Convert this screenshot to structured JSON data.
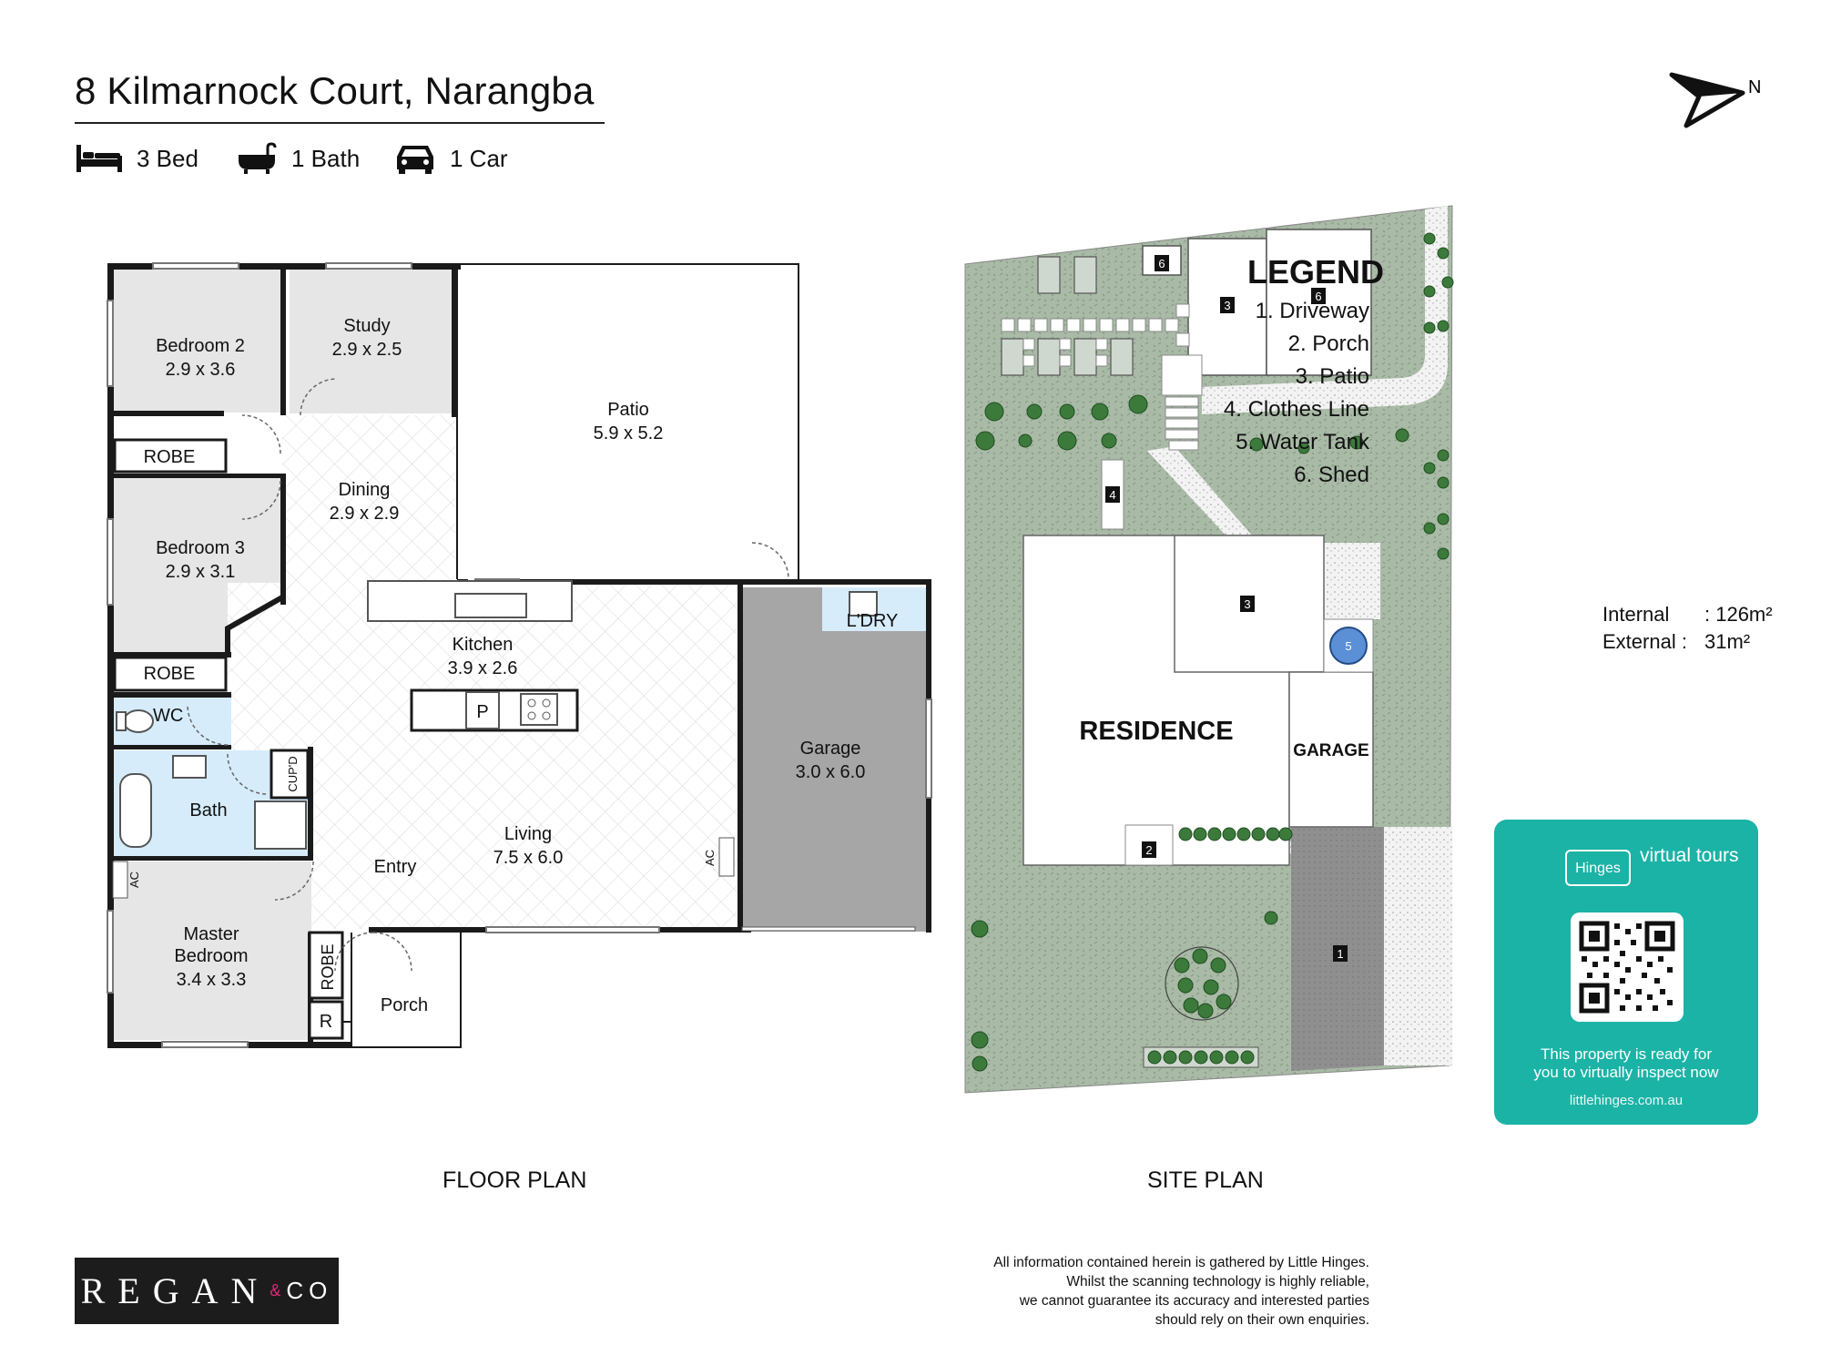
{
  "header": {
    "address": "8 Kilmarnock Court, Narangba",
    "bed": "3 Bed",
    "bath": "1 Bath",
    "car": "1 Car"
  },
  "compass": {
    "label": "N",
    "icon": "north-arrow-icon"
  },
  "floor_plan": {
    "caption": "FLOOR PLAN",
    "rooms": {
      "bedroom2": {
        "name": "Bedroom 2",
        "size": "2.9 x 3.6"
      },
      "study": {
        "name": "Study",
        "size": "2.9 x 2.5"
      },
      "patio": {
        "name": "Patio",
        "size": "5.9 x 5.2"
      },
      "dining": {
        "name": "Dining",
        "size": "2.9 x 2.9"
      },
      "bedroom3": {
        "name": "Bedroom 3",
        "size": "2.9 x 3.1"
      },
      "kitchen": {
        "name": "Kitchen",
        "size": "3.9 x 2.6"
      },
      "laundry": {
        "name": "L'DRY"
      },
      "garage": {
        "name": "Garage",
        "size": "3.0 x 6.0"
      },
      "wc": {
        "name": "WC"
      },
      "bath": {
        "name": "Bath"
      },
      "cupd": {
        "name": "CUP'D"
      },
      "living": {
        "name": "Living",
        "size": "7.5 x 6.0"
      },
      "entry": {
        "name": "Entry"
      },
      "master": {
        "name1": "Master",
        "name2": "Bedroom",
        "size": "3.4 x 3.3"
      },
      "porch": {
        "name": "Porch"
      }
    },
    "labels": {
      "robe": "ROBE",
      "r": "R",
      "ac": "AC",
      "pantry": "P"
    }
  },
  "site_plan": {
    "caption": "SITE PLAN",
    "residence": "RESIDENCE",
    "garage": "GARAGE",
    "markers": [
      "1",
      "2",
      "3",
      "4",
      "5",
      "6"
    ]
  },
  "legend": {
    "title": "LEGEND",
    "items": [
      "1. Driveway",
      "2. Porch",
      "3. Patio",
      "4. Clothes Line",
      "5. Water Tank",
      "6. Shed"
    ]
  },
  "areas": {
    "internal_label": "Internal",
    "internal_value": ": 126m²",
    "external_label": "External :",
    "external_value": "31m²"
  },
  "promo": {
    "brand_small": "Hinges",
    "brand_tag": "virtual tours",
    "line1": "This property is ready for",
    "line2": "you to virtually inspect now",
    "url": "littlehinges.com.au"
  },
  "disclaimer": [
    "All information contained herein is gathered by Little Hinges.",
    "Whilst the scanning technology is highly reliable,",
    "we cannot guarantee its accuracy and interested parties",
    "should rely on their own enquiries."
  ],
  "logo": {
    "brand": "REGAN",
    "amp": "&",
    "co": "CO"
  },
  "colors": {
    "wet_area": "#d6ecfb",
    "garage": "#a6a6a6",
    "lawn": "#a9baa6",
    "promo": "#1bb3a6",
    "logo_accent": "#e0287c"
  }
}
